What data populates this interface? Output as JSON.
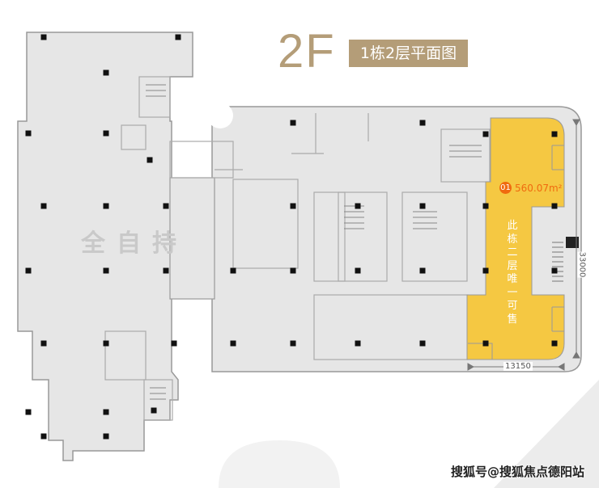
{
  "header": {
    "floor": "2F",
    "plan_label": "1栋2层平面图"
  },
  "zones": {
    "left_building": "全自持"
  },
  "unit": {
    "number": "01",
    "area": "560.07m²",
    "note": "此栋二层唯一可售",
    "color": "#f5c842"
  },
  "dimensions": {
    "vertical": "33000",
    "horizontal": "13150"
  },
  "watermark": "搜狐号@搜狐焦点德阳站",
  "colors": {
    "accent": "#b49d78",
    "unit_tag": "#f06a0f",
    "floor_fill": "#e6e6e6"
  }
}
